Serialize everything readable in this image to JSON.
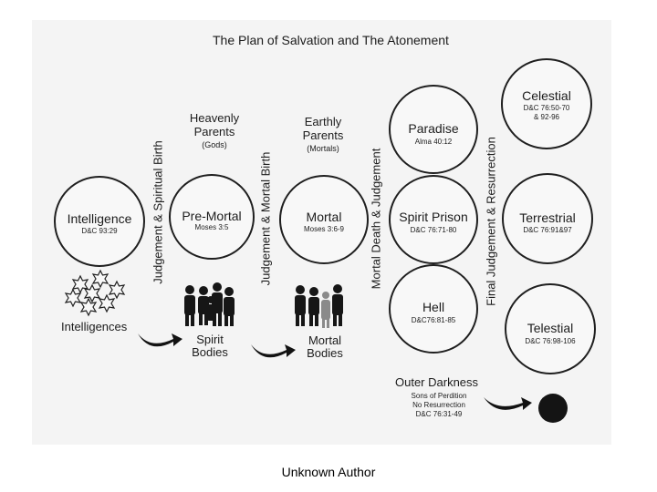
{
  "title": "The Plan of Salvation and The Atonement",
  "heavenly_parents": {
    "line1": "Heavenly",
    "line2": "Parents",
    "sub": "(Gods)"
  },
  "earthly_parents": {
    "line1": "Earthly",
    "line2": "Parents",
    "sub": "(Mortals)"
  },
  "vertical_labels": {
    "spiritual_birth": "Judgement & Spiritual Birth",
    "mortal_birth": "Judgement & Mortal Birth",
    "mortal_death": "Mortal Death & Judgement",
    "resurrection": "Final Judgement & Resurrection"
  },
  "circles": {
    "intelligence": {
      "name": "Intelligence",
      "ref": "D&C 93:29"
    },
    "premortal": {
      "name": "Pre-Mortal",
      "ref": "Moses 3:5"
    },
    "mortal": {
      "name": "Mortal",
      "ref": "Moses 3:6-9"
    },
    "paradise": {
      "name": "Paradise",
      "ref": "Alma 40:12"
    },
    "spirit_prison": {
      "name": "Spirit Prison",
      "ref": "D&C 76:71-80"
    },
    "hell": {
      "name": "Hell",
      "ref": "D&C76:81-85"
    },
    "celestial": {
      "name": "Celestial",
      "ref1": "D&C 76:50-70",
      "ref2": "& 92-96"
    },
    "terrestrial": {
      "name": "Terrestrial",
      "ref": "D&C 76:91&97"
    },
    "telestial": {
      "name": "Telestial",
      "ref": "D&C 76:98-106"
    }
  },
  "intelligences_label": "Intelligences",
  "spirit_bodies": {
    "line1": "Spirit",
    "line2": "Bodies"
  },
  "mortal_bodies": {
    "line1": "Mortal",
    "line2": "Bodies"
  },
  "outer_darkness": {
    "title": "Outer Darkness",
    "line1": "Sons of Perdition",
    "line2": "No Resurrection",
    "line3": "D&C 76:31-49"
  },
  "caption": "Unknown Author",
  "icons": [
    "star-icon",
    "arrow-icon",
    "people-silhouette-icon"
  ],
  "colors": {
    "ink": "#1c1c1c",
    "scan_bg": "#f4f4f4",
    "dark_sphere": "#141414"
  }
}
